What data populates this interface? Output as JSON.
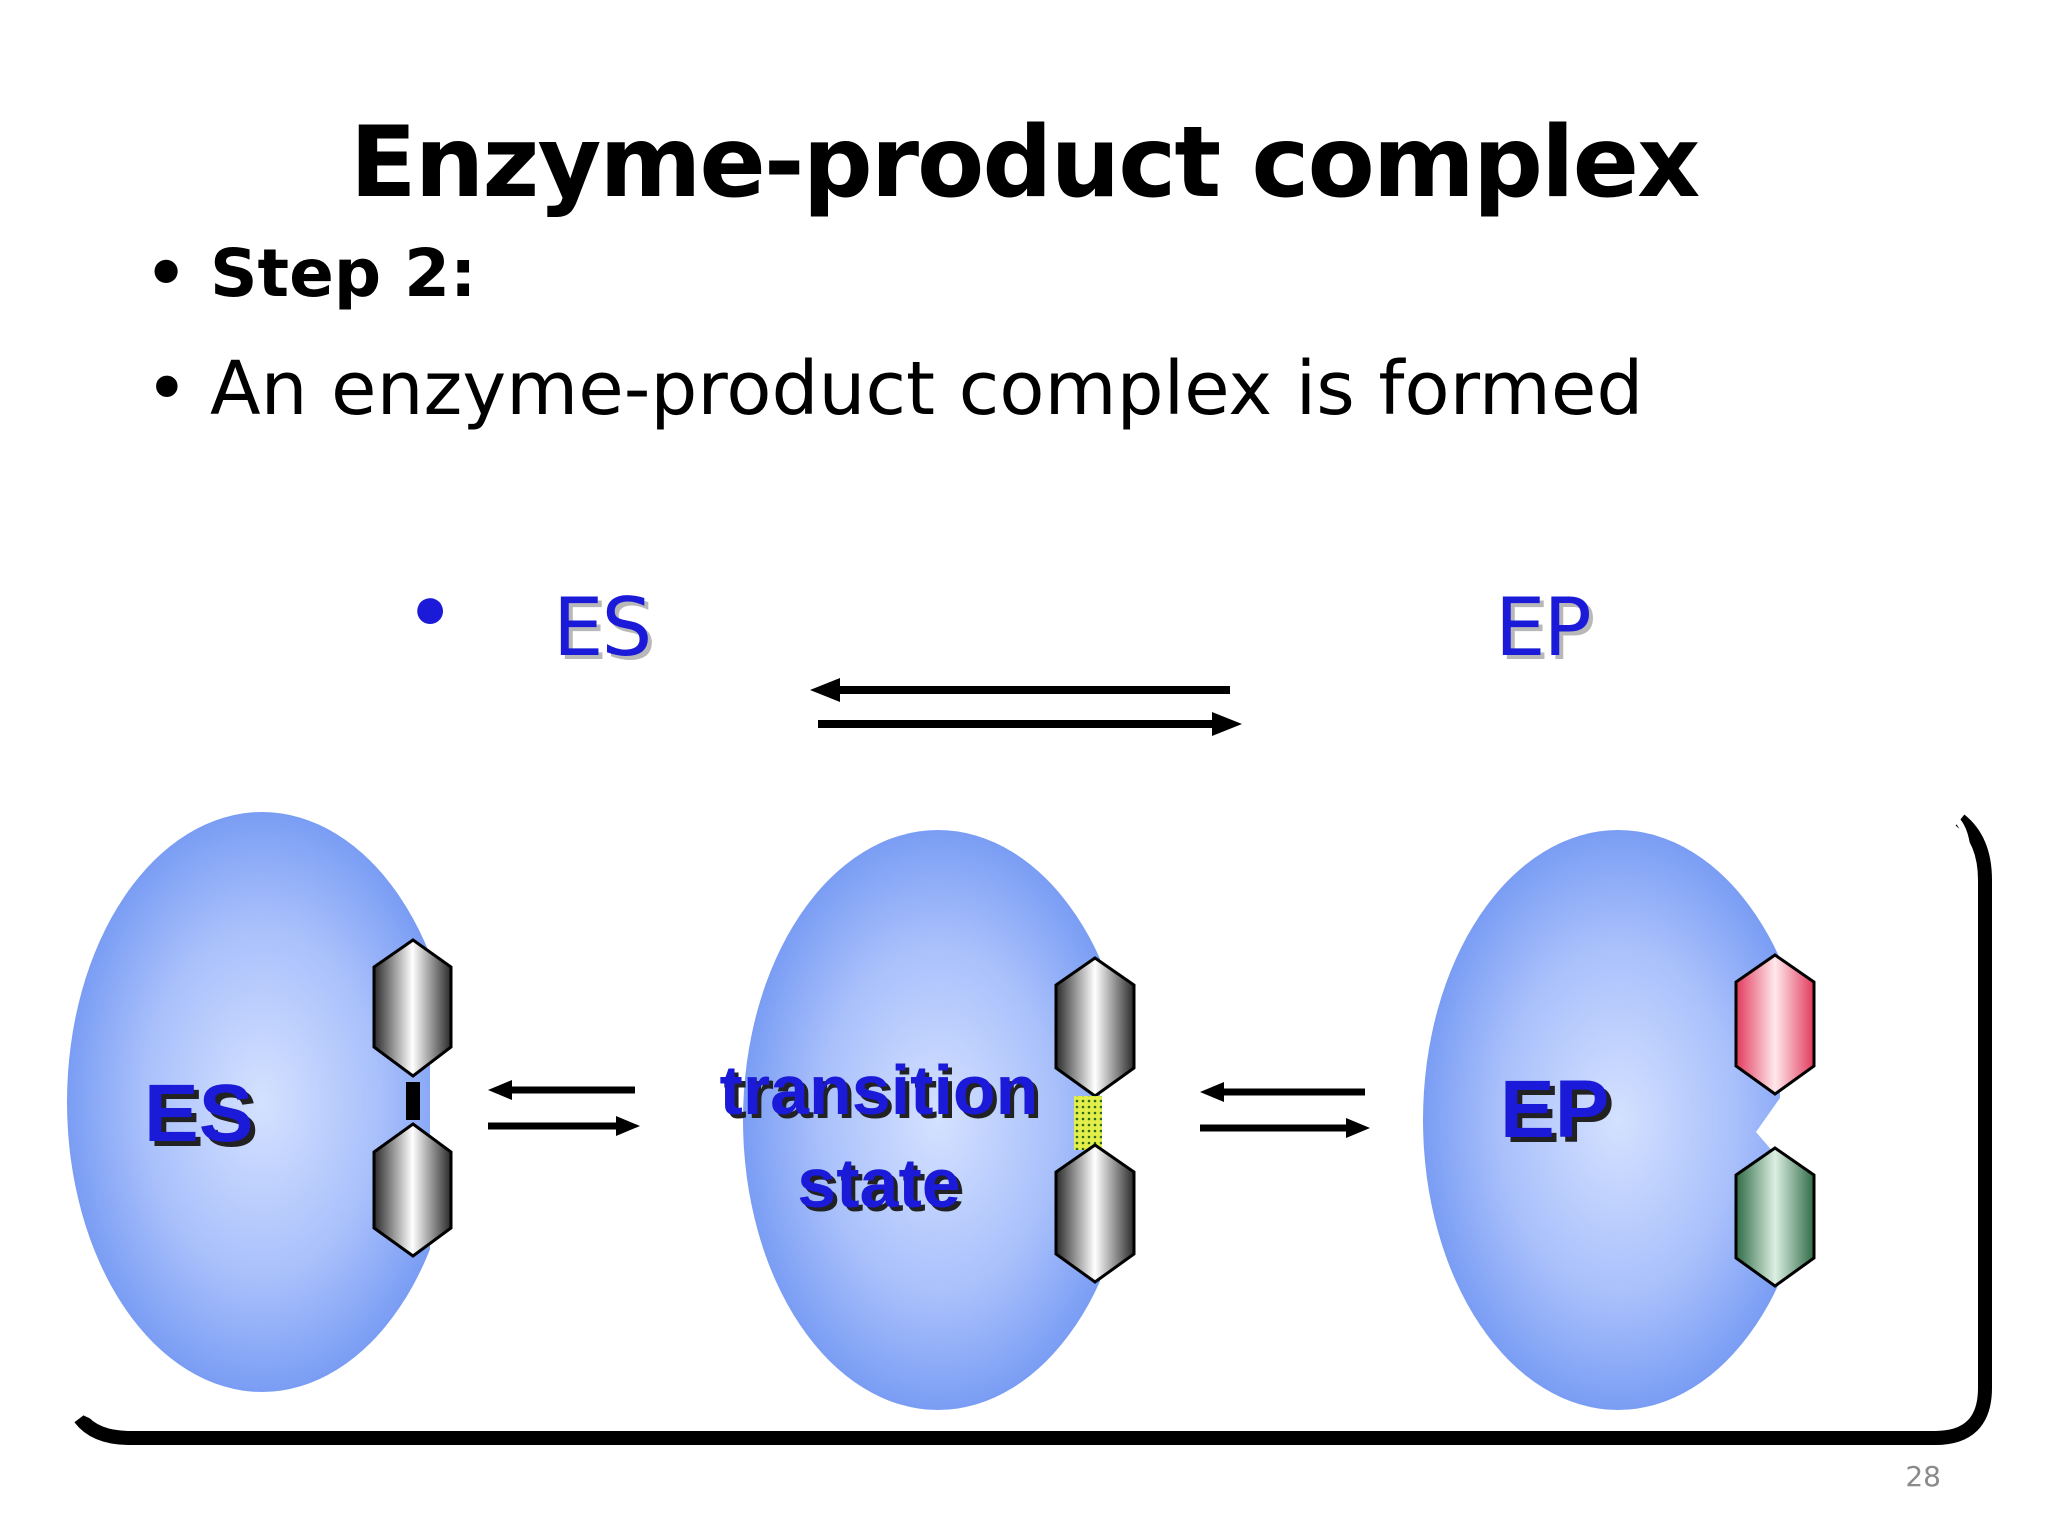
{
  "slide": {
    "title": "Enzyme-product complex",
    "bullets": [
      "Step 2:",
      "An enzyme-product complex is formed"
    ],
    "equation": {
      "left": "ES",
      "right": "EP"
    },
    "page_number": "28"
  },
  "diagram": {
    "labels": {
      "es": "ES",
      "transition_line1": "transition",
      "transition_line2": "state",
      "ep": "EP"
    },
    "colors": {
      "enzyme_center": "#d4e1ff",
      "enzyme_edge": "#6e94f2",
      "label_blue": "#1a1ad8",
      "substrate": "#555555",
      "product_red": "#e8506e",
      "product_green": "#3f7a55",
      "transition_bond": "#d8e84a"
    }
  }
}
